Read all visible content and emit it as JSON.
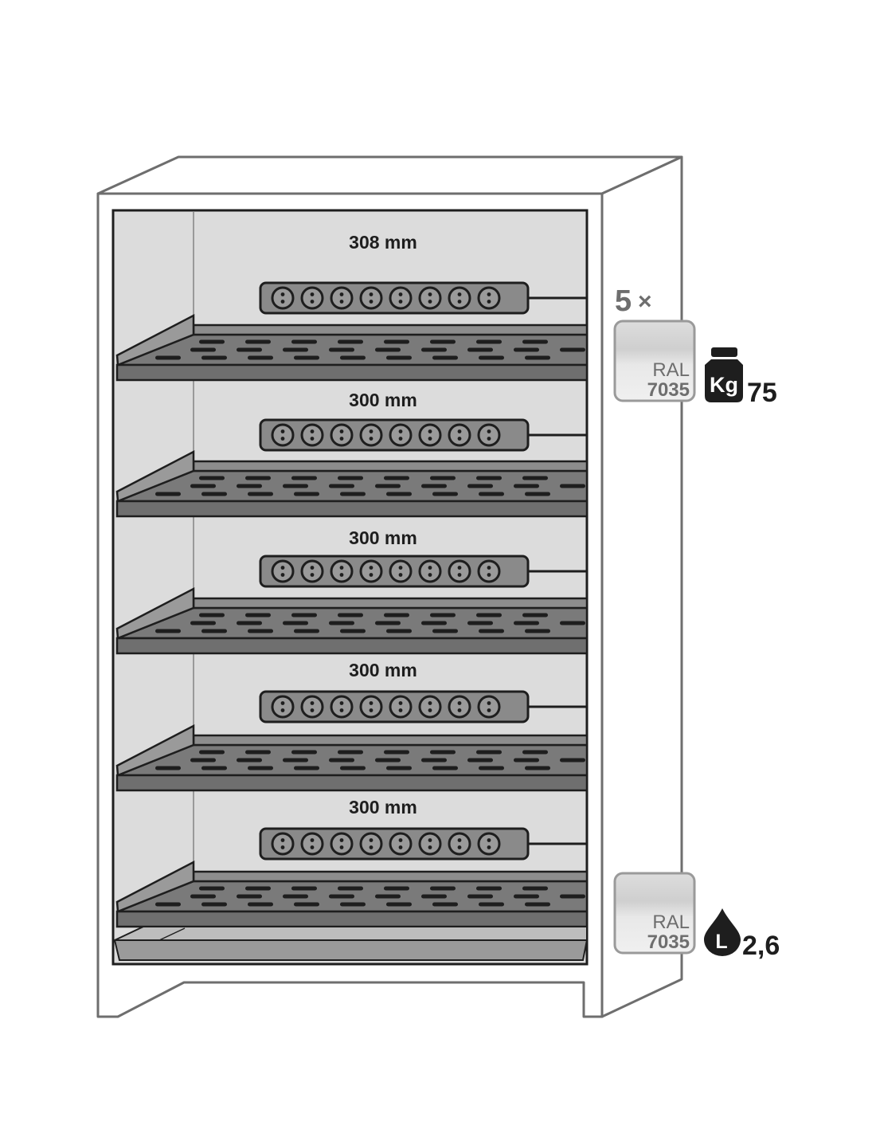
{
  "cabinet": {
    "shelf_spacings": [
      "308 mm",
      "300 mm",
      "300 mm",
      "300 mm",
      "300 mm"
    ],
    "outlets_per_strip": 8
  },
  "specs": {
    "shelf_count": "5",
    "times_symbol": "×",
    "shelf_color": {
      "ral_label": "RAL",
      "ral_code": "7035"
    },
    "sump_color": {
      "ral_label": "RAL",
      "ral_code": "7035"
    },
    "weight_icon_label": "Kg",
    "load_capacity": "75",
    "volume_icon_label": "L",
    "sump_volume": "2,6"
  },
  "colors": {
    "frame": "#6e6e6e",
    "interior": "#dcdcdc",
    "shelf": "#6f6f6f",
    "strip": "#8a8a8a",
    "swatch": "#d2d2d2",
    "ink": "#1e1e1e"
  }
}
